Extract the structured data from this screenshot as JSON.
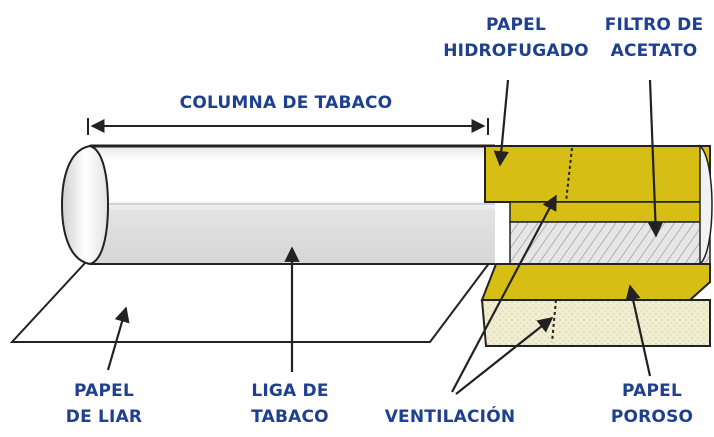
{
  "labels": {
    "columna_de_tabaco": "COLUMNA DE TABACO",
    "papel_hidrofugado_1": "PAPEL",
    "papel_hidrofugado_2": "HIDROFUGADO",
    "filtro_de_acetato_1": "FILTRO DE",
    "filtro_de_acetato_2": "ACETATO",
    "papel_de_liar_1": "PAPEL",
    "papel_de_liar_2": "DE LIAR",
    "liga_de_tabaco_1": "LIGA DE",
    "liga_de_tabaco_2": "TABACO",
    "ventilacion": "VENTILACIÓN",
    "papel_poroso_1": "PAPEL",
    "papel_poroso_2": "POROSO"
  },
  "colors": {
    "label_text": "#1f3f8f",
    "paper_yellow": "#d7be14",
    "filter_cream": "#eeeac8",
    "filter_gray": "#dfdfdf",
    "outline": "#222222",
    "arrow": "#222222"
  }
}
